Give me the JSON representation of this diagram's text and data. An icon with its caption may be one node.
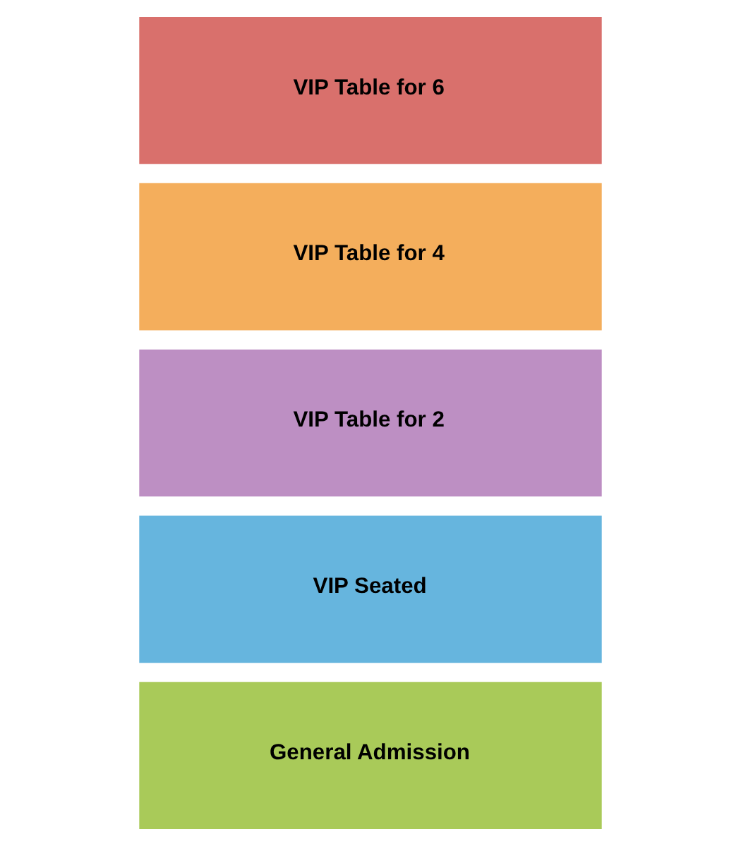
{
  "diagram": {
    "nodes": [
      {
        "text": [
          "VIP Table for 6"
        ]
      },
      {
        "text": [
          "VIP Table for 4"
        ]
      },
      {
        "text": [
          "VIP Table for 2"
        ]
      },
      {
        "text": [
          "VIP Seated"
        ]
      },
      {
        "text": [
          "General Admission"
        ]
      }
    ]
  }
}
